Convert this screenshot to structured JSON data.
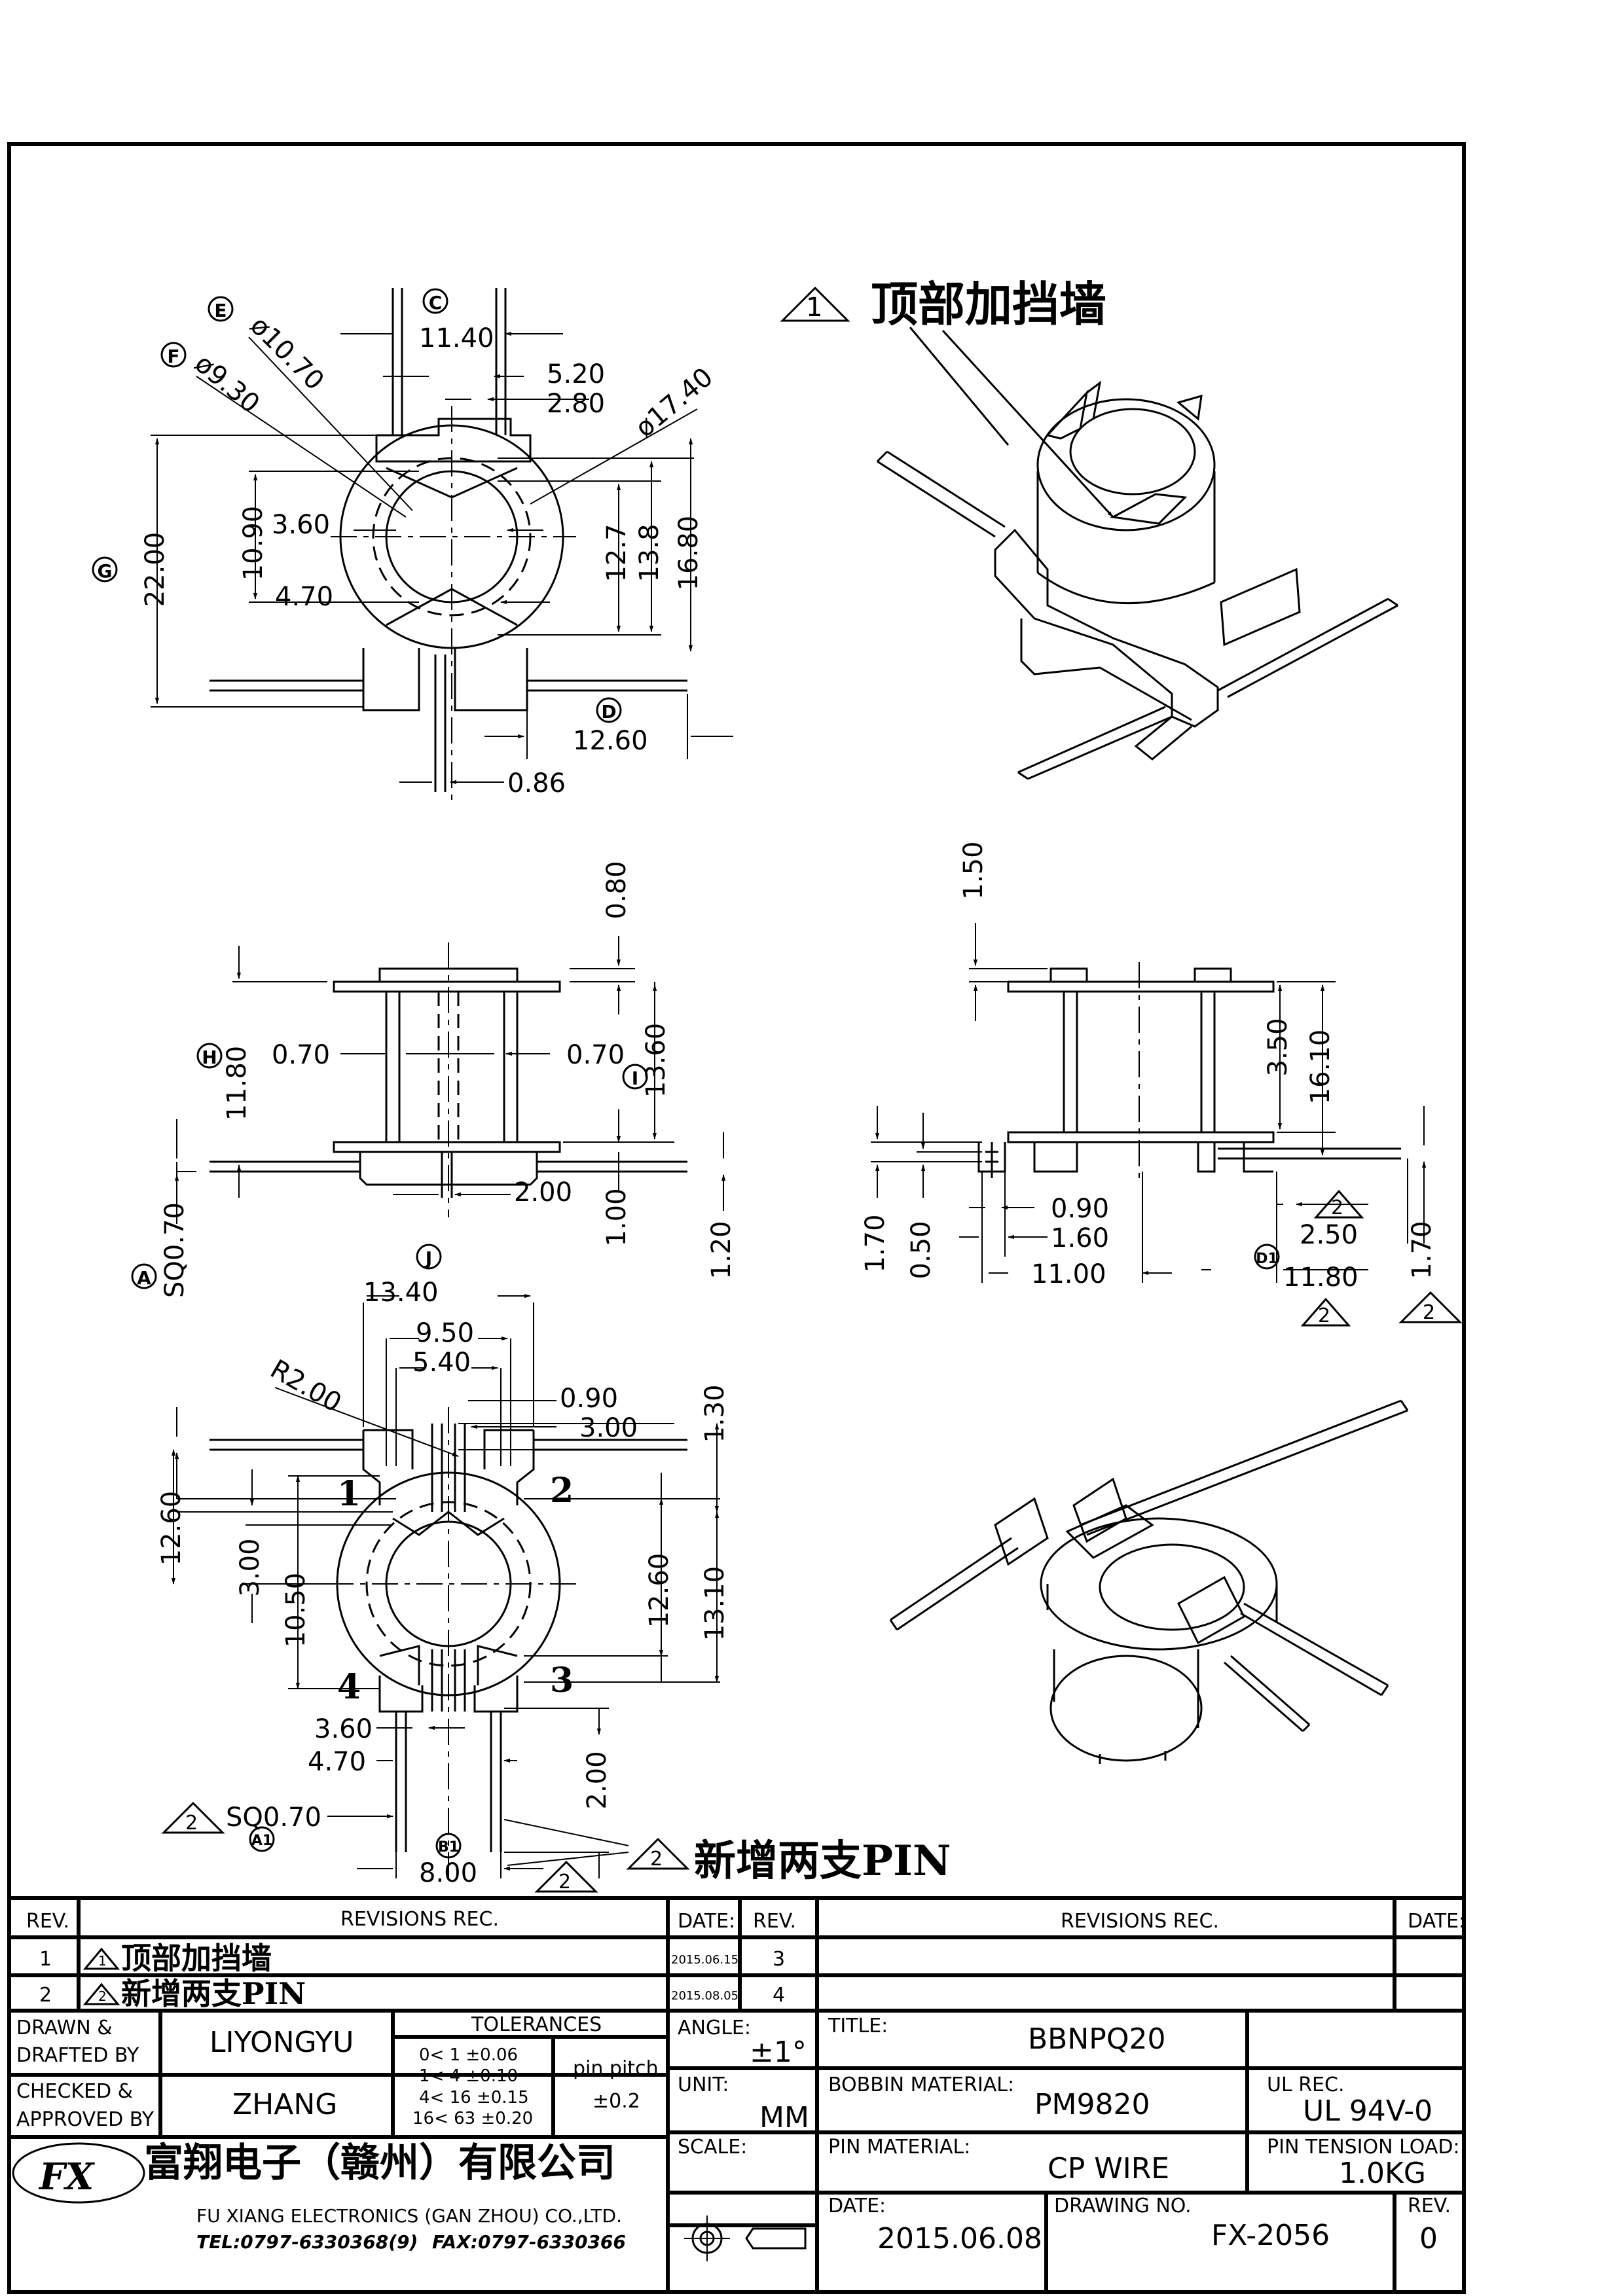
{
  "header_note": {
    "marker": "1",
    "text": "顶部加挡墙"
  },
  "pin_note": {
    "marker": "2",
    "text": "新增两支PIN"
  },
  "circle_labels": {
    "E": "E",
    "F": "F",
    "C": "C",
    "G": "G",
    "D": "D",
    "H": "H",
    "I": "I",
    "A": "A",
    "J": "J",
    "D1": "D1",
    "A1": "A1",
    "B1": "B1"
  },
  "top_view_dims": {
    "d1": "11.40",
    "d2": "5.20",
    "d3": "2.80",
    "d4": "ø10.70",
    "d5": "ø9.30",
    "d6": "ø17.40",
    "d7": "3.60",
    "d8": "4.70",
    "d9": "10.90",
    "d10": "22.00",
    "d11": "12.7",
    "d12": "13.8",
    "d13": "16.80",
    "d14": "12.60",
    "d15": "0.86"
  },
  "front_view_dims": {
    "d1": "0.80",
    "d2": "11.80",
    "d3": "0.70",
    "d4": "0.70",
    "d5": "13.60",
    "d6": "2.00",
    "d7": "SQ0.70",
    "d8": "1.00",
    "d9": "1.20"
  },
  "side_view_dims": {
    "d1": "1.50",
    "d2": "3.50",
    "d3": "16.10",
    "d4": "0.90",
    "d5": "1.60",
    "d6": "11.00",
    "d7": "2.50",
    "d8": "11.80",
    "d9": "1.70",
    "d10": "0.50",
    "d11": "1.70"
  },
  "bottom_view_dims": {
    "d1": "13.40",
    "d2": "9.50",
    "d3": "5.40",
    "d4": "R2.00",
    "d5": "0.90",
    "d6": "3.00",
    "d7": "1.30",
    "d8": "12.60",
    "d9": "3.00",
    "d10": "10.50",
    "d11": "12.60",
    "d12": "13.10",
    "d13": "3.60",
    "d14": "4.70",
    "d15": "2.00",
    "d16": "SQ0.70",
    "d17": "8.00"
  },
  "pin_numbers": [
    "1",
    "2",
    "3",
    "4"
  ],
  "title_block": {
    "rev_label": "REV.",
    "revisions_label": "REVISIONS   REC.",
    "date_label": "DATE:",
    "revisions": [
      {
        "rev": "1",
        "text": "顶部加挡墙",
        "date": "2015.06.15"
      },
      {
        "rev": "2",
        "text": "新增两支PIN",
        "date": "2015.08.05"
      }
    ],
    "right_revs": [
      "3",
      "4"
    ],
    "drawn_label_1": "DRAWN &",
    "drawn_label_2": "DRAFTED BY",
    "drawn_by": "LIYONGYU",
    "checked_label_1": "CHECKED &",
    "checked_label_2": "APPROVED BY",
    "checked_by": "ZHANG",
    "tolerances_label": "TOLERANCES",
    "tolerances": [
      "0<  1   ±0.06",
      "1<  4   ±0.10",
      "4<  16  ±0.15",
      "16<  63  ±0.20"
    ],
    "pin_pitch_label": "pin pitch",
    "pin_pitch_value": "±0.2",
    "angle_label": "ANGLE:",
    "angle_value": "±1°",
    "unit_label": "UNIT:",
    "unit_value": "MM",
    "scale_label": "SCALE:",
    "title_label": "TITLE:",
    "title_value": "BBNPQ20",
    "bobbin_material_label": "BOBBIN MATERIAL:",
    "bobbin_material_value": "PM9820",
    "ul_rec_label": "UL REC.",
    "ul_rec_value": "UL 94V-0",
    "pin_material_label": "PIN MATERIAL:",
    "pin_material_value": "CP WIRE",
    "pin_tension_label": "PIN TENSION LOAD:",
    "pin_tension_value": "1.0KG",
    "date_value": "2015.06.08",
    "drawing_no_label": "DRAWING NO.",
    "drawing_no_value": "FX-2056",
    "rev_value": "0",
    "company_cn": "富翔电子（赣州）有限公司",
    "company_en": "FU XIANG ELECTRONICS (GAN ZHOU) CO.,LTD.",
    "tel": "TEL:0797-6330368(9)",
    "fax": "FAX:0797-6330366",
    "logo_text": "FX"
  }
}
